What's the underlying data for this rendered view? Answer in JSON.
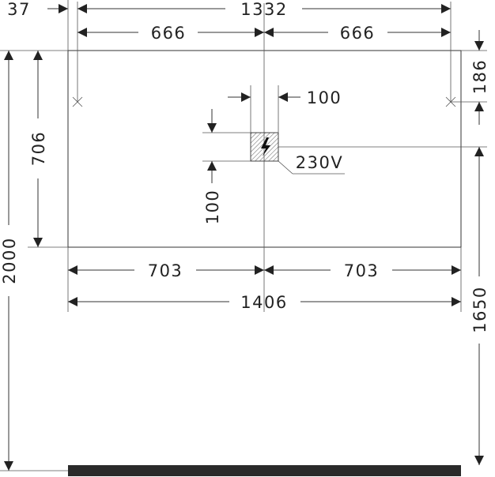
{
  "drawing": {
    "dimensions": {
      "offset_left": "37",
      "total_mount_width": "1332",
      "half_mount_left": "666",
      "half_mount_right": "666",
      "outlet_width": "100",
      "outlet_height": "100",
      "mount_from_top": "186",
      "unit_height": "706",
      "height_from_floor": "2000",
      "outlet_height_from_floor": "1650",
      "half_width_left": "703",
      "half_width_right": "703",
      "total_width": "1406"
    },
    "labels": {
      "voltage": "230V"
    },
    "icons": {
      "power": "lightning-icon"
    }
  }
}
